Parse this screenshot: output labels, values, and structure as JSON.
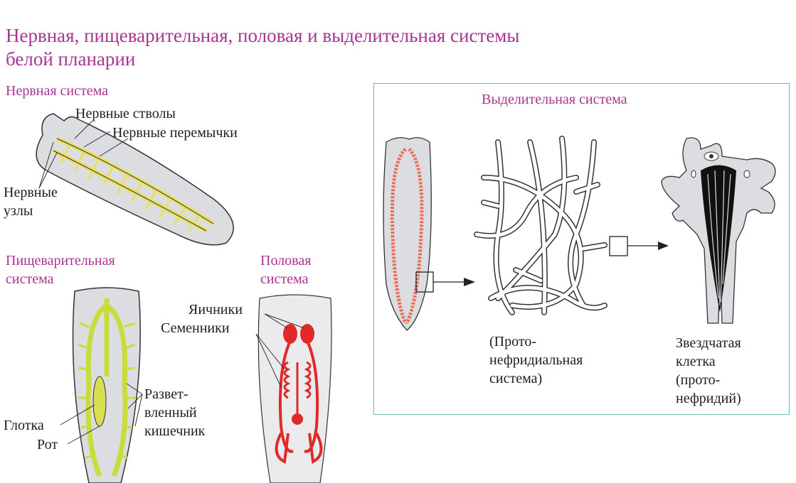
{
  "title": {
    "line1": "Нервная, пищеварительная, половая и выделительная системы",
    "line2": "белой планарии"
  },
  "nervous": {
    "heading": "Нервная система",
    "labels": {
      "trunks": "Нервные стволы",
      "commissures": "Нервные перемычки",
      "ganglia_line1": "Нервные",
      "ganglia_line2": "узлы"
    }
  },
  "digestive": {
    "heading_line1": "Пищеварительная",
    "heading_line2": "система",
    "labels": {
      "intestine_line1": "Развет-",
      "intestine_line2": "вленный",
      "intestine_line3": "кишечник",
      "pharynx": "Глотка",
      "mouth": "Рот"
    }
  },
  "reproductive": {
    "heading_line1": "Половая",
    "heading_line2": "система",
    "labels": {
      "ovaries": "Яичники",
      "testes": "Семенники"
    }
  },
  "excretory": {
    "heading": "Выделительная система",
    "network_label": {
      "line1": "(Прото-",
      "line2": "нефридиальная",
      "line3": "система)"
    },
    "cell_label": {
      "line1": "Звездчатая",
      "line2": "клетка",
      "line3": "(прото-",
      "line4": "нефридий)"
    }
  },
  "colors": {
    "heading": "#a83591",
    "frame": "#6fb8b6",
    "nerve": "#e8e060",
    "gut": "#c8dc3c",
    "repro": "#e02a2a",
    "excretory": "#ee6a50"
  }
}
